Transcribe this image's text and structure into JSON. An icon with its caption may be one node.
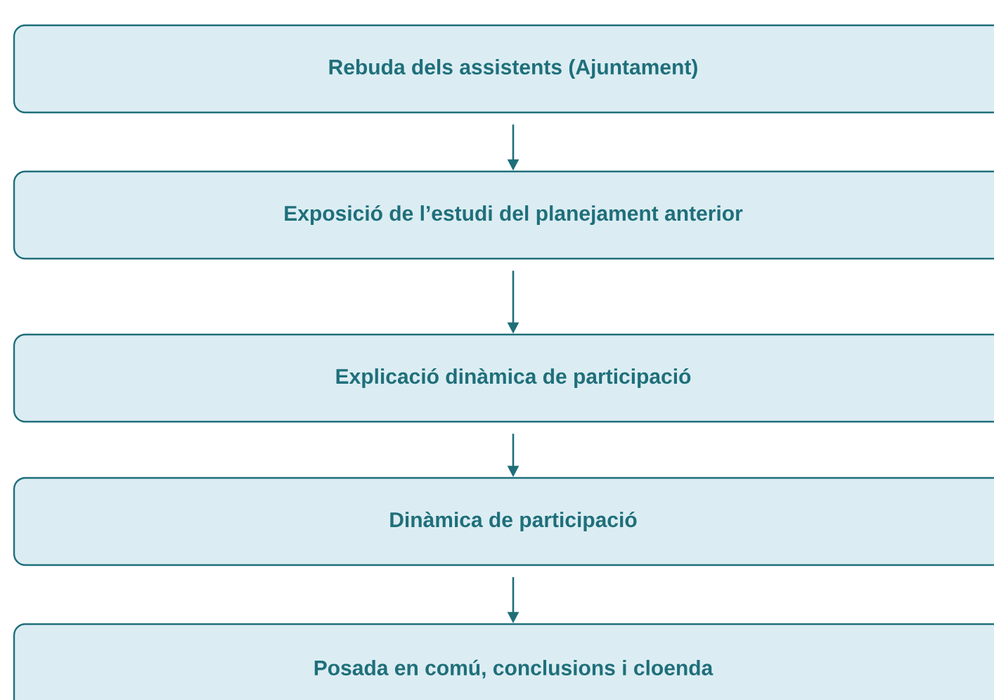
{
  "diagram": {
    "nodes": [
      {
        "text": [
          "Rebuda dels assistents (Ajuntament)"
        ]
      },
      {
        "text": [
          "Exposició de l’estudi del planejament anterior"
        ]
      },
      {
        "text": [
          "Explicació dinàmica de participació"
        ]
      },
      {
        "text": [
          "Dinàmica de participació"
        ]
      },
      {
        "text": [
          "Posada en comú, conclusions i cloenda"
        ]
      }
    ],
    "edges": [
      {
        "from": 0,
        "to": 1,
        "arrow": "to"
      },
      {
        "from": 1,
        "to": 2,
        "arrow": "to"
      },
      {
        "from": 2,
        "to": 3,
        "arrow": "to"
      },
      {
        "from": 3,
        "to": 4,
        "arrow": "to"
      }
    ]
  }
}
